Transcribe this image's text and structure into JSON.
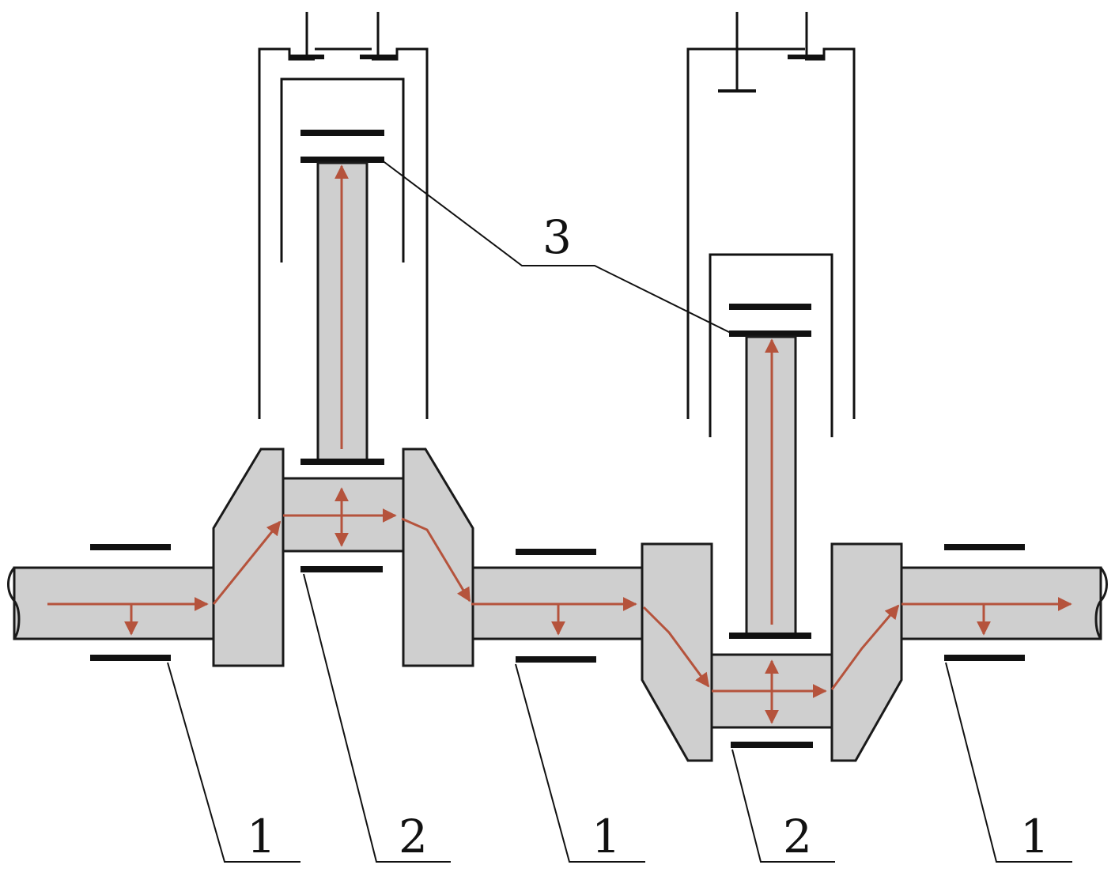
{
  "colors": {
    "component_fill": "#cfcfcf",
    "outline": "#1a1a1a",
    "flow_arrow": "#b5533c",
    "background": "#ffffff"
  },
  "callouts": {
    "main_bearing": "1",
    "crankpin_bearing": "2",
    "connecting_rod_bearing": "3"
  }
}
